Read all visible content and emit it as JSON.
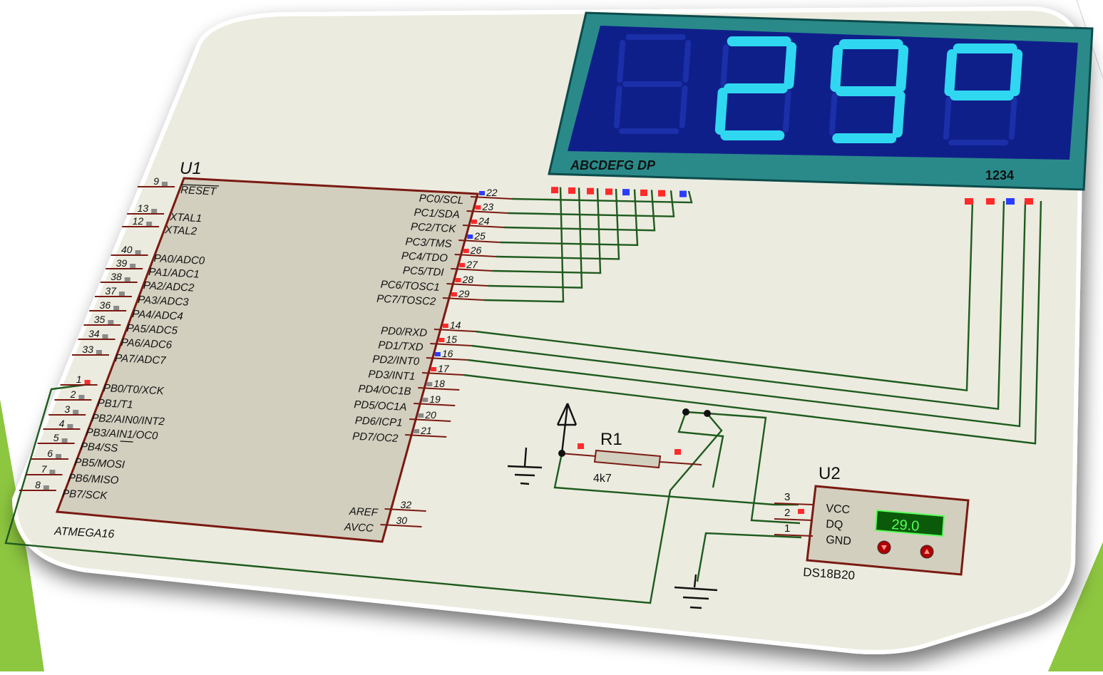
{
  "colors": {
    "accent_green": "#8dc63f",
    "board_fill": "#ecebdf",
    "chip_fill": "#d3cfbf",
    "chip_border": "#7a1a12",
    "wire": "#1e5b1e",
    "display_outer": "#2a8a8a",
    "display_inner": "#0f1f8a",
    "segment_on": "#2fd8f0",
    "segment_off": "#1b2fa8",
    "pin_red": "#ff2a2a",
    "pin_blue": "#2a3cff",
    "pin_grey": "#8a8a8a",
    "lcd_bg": "#0a5a0a",
    "lcd_text": "#58ff58"
  },
  "mcu": {
    "ref": "U1",
    "part": "ATMEGA16",
    "left_pins": [
      {
        "num": "9",
        "name": "RESET",
        "state": "grey"
      },
      {
        "num": "13",
        "name": "XTAL1",
        "state": "grey"
      },
      {
        "num": "12",
        "name": "XTAL2",
        "state": "grey"
      },
      {
        "num": "40",
        "name": "PA0/ADC0",
        "state": "grey"
      },
      {
        "num": "39",
        "name": "PA1/ADC1",
        "state": "grey"
      },
      {
        "num": "38",
        "name": "PA2/ADC2",
        "state": "grey"
      },
      {
        "num": "37",
        "name": "PA3/ADC3",
        "state": "grey"
      },
      {
        "num": "36",
        "name": "PA4/ADC4",
        "state": "grey"
      },
      {
        "num": "35",
        "name": "PA5/ADC5",
        "state": "grey"
      },
      {
        "num": "34",
        "name": "PA6/ADC6",
        "state": "grey"
      },
      {
        "num": "33",
        "name": "PA7/ADC7",
        "state": "grey"
      },
      {
        "num": "1",
        "name": "PB0/T0/XCK",
        "state": "red"
      },
      {
        "num": "2",
        "name": "PB1/T1",
        "state": "grey"
      },
      {
        "num": "3",
        "name": "PB2/AIN0/INT2",
        "state": "grey"
      },
      {
        "num": "4",
        "name": "PB3/AIN1/OC0",
        "state": "grey"
      },
      {
        "num": "5",
        "name": "PB4/SS",
        "state": "grey"
      },
      {
        "num": "6",
        "name": "PB5/MOSI",
        "state": "grey"
      },
      {
        "num": "7",
        "name": "PB6/MISO",
        "state": "grey"
      },
      {
        "num": "8",
        "name": "PB7/SCK",
        "state": "grey"
      }
    ],
    "right_pins": [
      {
        "num": "22",
        "name": "PC0/SCL",
        "state": "blue"
      },
      {
        "num": "23",
        "name": "PC1/SDA",
        "state": "red"
      },
      {
        "num": "24",
        "name": "PC2/TCK",
        "state": "red"
      },
      {
        "num": "25",
        "name": "PC3/TMS",
        "state": "blue"
      },
      {
        "num": "26",
        "name": "PC4/TDO",
        "state": "red"
      },
      {
        "num": "27",
        "name": "PC5/TDI",
        "state": "red"
      },
      {
        "num": "28",
        "name": "PC6/TOSC1",
        "state": "red"
      },
      {
        "num": "29",
        "name": "PC7/TOSC2",
        "state": "red"
      },
      {
        "num": "14",
        "name": "PD0/RXD",
        "state": "red"
      },
      {
        "num": "15",
        "name": "PD1/TXD",
        "state": "red"
      },
      {
        "num": "16",
        "name": "PD2/INT0",
        "state": "blue"
      },
      {
        "num": "17",
        "name": "PD3/INT1",
        "state": "red"
      },
      {
        "num": "18",
        "name": "PD4/OC1B",
        "state": "grey"
      },
      {
        "num": "19",
        "name": "PD5/OC1A",
        "state": "grey"
      },
      {
        "num": "20",
        "name": "PD6/ICP1",
        "state": "grey"
      },
      {
        "num": "21",
        "name": "PD7/OC2",
        "state": "grey"
      },
      {
        "num": "32",
        "name": "AREF",
        "state": "none"
      },
      {
        "num": "30",
        "name": "AVCC",
        "state": "none"
      }
    ]
  },
  "display": {
    "segment_label": "ABCDEFG  DP",
    "digit_label": "1234",
    "digits": [
      "",
      "2",
      "9",
      "°"
    ],
    "segment_pin_states": [
      "red",
      "red",
      "red",
      "red",
      "blue",
      "red",
      "red",
      "blue"
    ],
    "digit_pin_states": [
      "red",
      "red",
      "blue",
      "red"
    ]
  },
  "resistor": {
    "ref": "R1",
    "value": "4k7"
  },
  "sensor": {
    "ref": "U2",
    "part": "DS18B20",
    "reading": "29.0",
    "pins": [
      {
        "num": "3",
        "name": "VCC"
      },
      {
        "num": "2",
        "name": "DQ"
      },
      {
        "num": "1",
        "name": "GND"
      }
    ]
  }
}
